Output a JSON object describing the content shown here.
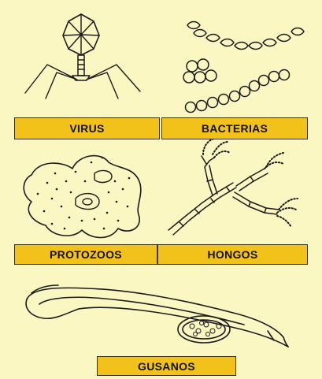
{
  "labels": {
    "virus": "VIRUS",
    "bacterias": "BACTERIAS",
    "protozoos": "PROTOZOOS",
    "hongos": "HONGOS",
    "gusanos": "GUSANOS"
  },
  "colors": {
    "background": "#fbf7c2",
    "label_fill": "#f2c21a",
    "ink": "#1a1a1a"
  }
}
